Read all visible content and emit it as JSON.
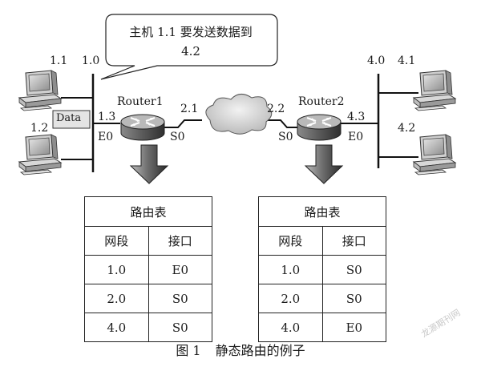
{
  "bubble": {
    "line1": "主机 1.1 要发送数据到",
    "line2": "4.2"
  },
  "left": {
    "net_label": "1.0",
    "host_top": "1.1",
    "host_bottom": "1.2",
    "data_tag": "Data",
    "router_name": "Router1",
    "iface_ip": "1.3",
    "iface_e0": "E0",
    "serial_ip": "2.1",
    "iface_s0": "S0"
  },
  "right": {
    "serial_ip": "2.2",
    "iface_s0": "S0",
    "router_name": "Router2",
    "iface_ip": "4.3",
    "iface_e0": "E0",
    "net_label": "4.0",
    "host_top": "4.1",
    "host_bottom": "4.2"
  },
  "tables": [
    {
      "title": "路由表",
      "headers": [
        "网段",
        "接口"
      ],
      "rows": [
        [
          "1.0",
          "E0"
        ],
        [
          "2.0",
          "S0"
        ],
        [
          "4.0",
          "S0"
        ]
      ]
    },
    {
      "title": "路由表",
      "headers": [
        "网段",
        "接口"
      ],
      "rows": [
        [
          "1.0",
          "S0"
        ],
        [
          "2.0",
          "S0"
        ],
        [
          "4.0",
          "E0"
        ]
      ]
    }
  ],
  "caption": {
    "figure": "图 1",
    "title": "静态路由的例子"
  },
  "watermark": "龙源期刊网"
}
